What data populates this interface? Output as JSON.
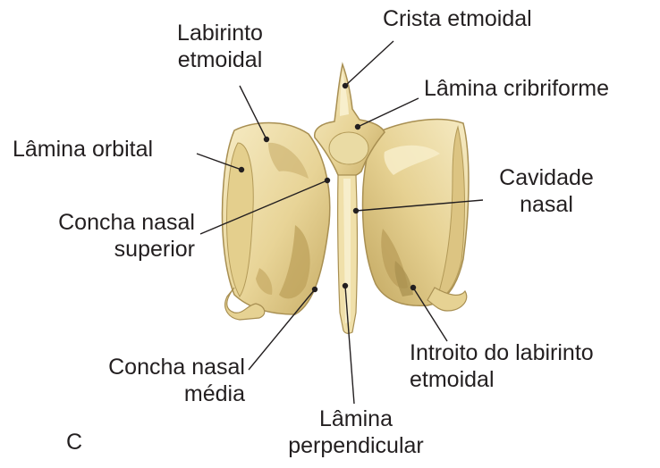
{
  "figure": {
    "panel_letter": "C",
    "labels": {
      "crista": {
        "lines": [
          "Crista etmoidal"
        ]
      },
      "labirinto": {
        "lines": [
          "Labirinto",
          "etmoidal"
        ]
      },
      "cribriforme": {
        "lines": [
          "Lâmina cribriforme"
        ]
      },
      "orbital": {
        "lines": [
          "Lâmina orbital"
        ]
      },
      "cavidade": {
        "lines": [
          "Cavidade",
          "nasal"
        ]
      },
      "concha_superior": {
        "lines": [
          "Concha nasal",
          "superior"
        ]
      },
      "concha_media": {
        "lines": [
          "Concha nasal",
          "média"
        ]
      },
      "introito": {
        "lines": [
          "Introito do labirinto",
          "etmoidal"
        ]
      },
      "perpendicular": {
        "lines": [
          "Lâmina",
          "perpendicular"
        ]
      }
    },
    "colors": {
      "bone_light": "#f1e3b3",
      "bone_mid": "#e2cd8c",
      "bone_shadow": "#b39a58",
      "leader_line": "#231f20"
    }
  }
}
